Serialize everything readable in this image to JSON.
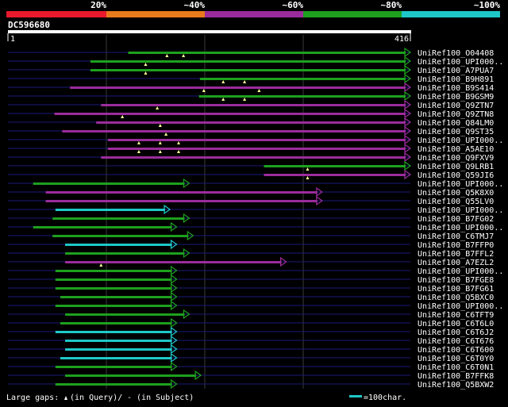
{
  "colors": {
    "background": "#000000",
    "text": "#ffffff",
    "scale_20": "#e8192c",
    "scale_40": "#e87a1c",
    "scale_60": "#9b2c9b",
    "scale_80": "#1ea01e",
    "scale_100": "#1ec8c8",
    "query_line": "#ffffff",
    "gridline": "#3a3a3a",
    "subject_backbone": "#1a1a7a",
    "gap_marker": "#ffff99"
  },
  "legend": {
    "labels": [
      "20%",
      "~40%",
      "~60%",
      "~80%",
      "~100%"
    ]
  },
  "query": {
    "id": "DC596680",
    "start_label": "1",
    "end_label": "416",
    "length": 416
  },
  "footer": {
    "gaps_label": "Large gaps:",
    "query_gap_text": "(in Query)/",
    "subject_gap_text": "- (in Subject)",
    "scale_text": "=100char."
  },
  "hits": [
    {
      "id": "UniRef100_O04408",
      "start": 125,
      "end": 416,
      "identity": "~80%",
      "gaps": [
        165,
        182
      ]
    },
    {
      "id": "UniRef100_UPI000..",
      "start": 86,
      "end": 416,
      "identity": "~80%",
      "gaps": [
        143
      ]
    },
    {
      "id": "UniRef100_A7PUA7",
      "start": 86,
      "end": 416,
      "identity": "~80%",
      "gaps": [
        143
      ]
    },
    {
      "id": "UniRef100_B9H891",
      "start": 199,
      "end": 416,
      "identity": "~80%",
      "gaps": [
        223,
        245
      ]
    },
    {
      "id": "UniRef100_B9S414",
      "start": 65,
      "end": 416,
      "identity": "~60%",
      "gaps": [
        203,
        260
      ]
    },
    {
      "id": "UniRef100_B9GSM9",
      "start": 198,
      "end": 416,
      "identity": "~80%",
      "gaps": [
        223,
        245
      ]
    },
    {
      "id": "UniRef100_Q9ZTN7",
      "start": 97,
      "end": 416,
      "identity": "~60%",
      "gaps": [
        155
      ]
    },
    {
      "id": "UniRef100_Q9ZTN8",
      "start": 49,
      "end": 416,
      "identity": "~60%",
      "gaps": [
        119
      ]
    },
    {
      "id": "UniRef100_Q84LM0",
      "start": 92,
      "end": 416,
      "identity": "~60%",
      "gaps": [
        158
      ]
    },
    {
      "id": "UniRef100_Q9ST35",
      "start": 57,
      "end": 416,
      "identity": "~60%",
      "gaps": [
        164
      ]
    },
    {
      "id": "UniRef100_UPI000..",
      "start": 104,
      "end": 416,
      "identity": "~60%",
      "gaps": [
        136,
        158,
        177
      ]
    },
    {
      "id": "UniRef100_A5AE10",
      "start": 104,
      "end": 416,
      "identity": "~60%",
      "gaps": [
        136,
        158,
        177
      ]
    },
    {
      "id": "UniRef100_Q9FXV9",
      "start": 97,
      "end": 416,
      "identity": "~60%",
      "gaps": []
    },
    {
      "id": "UniRef100_Q9LRB1",
      "start": 265,
      "end": 416,
      "identity": "~80%",
      "gaps": [
        310
      ]
    },
    {
      "id": "UniRef100_Q59JI6",
      "start": 265,
      "end": 416,
      "identity": "~60%",
      "gaps": [
        310
      ]
    },
    {
      "id": "UniRef100_UPI000..",
      "start": 27,
      "end": 188,
      "identity": "~80%",
      "gaps": []
    },
    {
      "id": "UniRef100_Q5K8X0",
      "start": 40,
      "end": 325,
      "identity": "~60%",
      "gaps": []
    },
    {
      "id": "UniRef100_Q55LV0",
      "start": 40,
      "end": 325,
      "identity": "~60%",
      "gaps": []
    },
    {
      "id": "UniRef100_UPI000..",
      "start": 50,
      "end": 168,
      "identity": "~100%",
      "gaps": []
    },
    {
      "id": "UniRef100_B7FG02",
      "start": 47,
      "end": 188,
      "identity": "~80%",
      "gaps": []
    },
    {
      "id": "UniRef100_UPI000..",
      "start": 27,
      "end": 175,
      "identity": "~80%",
      "gaps": []
    },
    {
      "id": "UniRef100_C6TMJ7",
      "start": 47,
      "end": 192,
      "identity": "~80%",
      "gaps": []
    },
    {
      "id": "UniRef100_B7FFP0",
      "start": 60,
      "end": 175,
      "identity": "~100%",
      "gaps": []
    },
    {
      "id": "UniRef100_B7FFL2",
      "start": 60,
      "end": 188,
      "identity": "~80%",
      "gaps": []
    },
    {
      "id": "UniRef100_A7EZL2",
      "start": 60,
      "end": 288,
      "identity": "~60%",
      "gaps": [
        97
      ]
    },
    {
      "id": "UniRef100_UPI000..",
      "start": 50,
      "end": 175,
      "identity": "~80%",
      "gaps": []
    },
    {
      "id": "UniRef100_B7FGE8",
      "start": 50,
      "end": 175,
      "identity": "~80%",
      "gaps": []
    },
    {
      "id": "UniRef100_B7FG61",
      "start": 50,
      "end": 175,
      "identity": "~80%",
      "gaps": []
    },
    {
      "id": "UniRef100_Q5BXC0",
      "start": 55,
      "end": 175,
      "identity": "~80%",
      "gaps": []
    },
    {
      "id": "UniRef100_UPI000..",
      "start": 50,
      "end": 175,
      "identity": "~80%",
      "gaps": []
    },
    {
      "id": "UniRef100_C6TFT9",
      "start": 60,
      "end": 188,
      "identity": "~80%",
      "gaps": []
    },
    {
      "id": "UniRef100_C6T6L0",
      "start": 55,
      "end": 175,
      "identity": "~80%",
      "gaps": []
    },
    {
      "id": "UniRef100_C6T6J2",
      "start": 50,
      "end": 175,
      "identity": "~100%",
      "gaps": []
    },
    {
      "id": "UniRef100_C6T676",
      "start": 60,
      "end": 175,
      "identity": "~100%",
      "gaps": []
    },
    {
      "id": "UniRef100_C6T600",
      "start": 60,
      "end": 175,
      "identity": "~100%",
      "gaps": []
    },
    {
      "id": "UniRef100_C6T0Y0",
      "start": 55,
      "end": 175,
      "identity": "~100%",
      "gaps": []
    },
    {
      "id": "UniRef100_C6T0N1",
      "start": 50,
      "end": 175,
      "identity": "~80%",
      "gaps": []
    },
    {
      "id": "UniRef100_B7FFK8",
      "start": 60,
      "end": 200,
      "identity": "~80%",
      "gaps": []
    },
    {
      "id": "UniRef100_Q5BXW2",
      "start": 50,
      "end": 175,
      "identity": "~80%",
      "gaps": []
    }
  ]
}
